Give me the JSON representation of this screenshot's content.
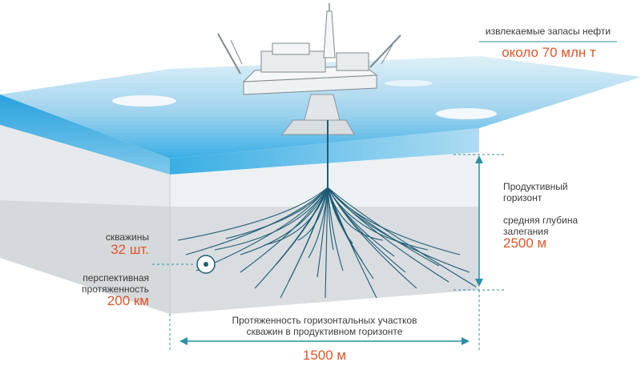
{
  "reserves": {
    "label": "извлекаемые запасы нефти",
    "value": "около 70 млн т"
  },
  "horizon": {
    "label_line1": "Продуктивный",
    "label_line2": "горизонт",
    "depth_label_line1": "средняя глубина",
    "depth_label_line2": "залегания",
    "depth_value": "2500 м"
  },
  "wells": {
    "label": "скважины",
    "value": "32 шт."
  },
  "extent": {
    "label_line1": "перспективная",
    "label_line2": "протяженность",
    "value": "200 км"
  },
  "horizontal": {
    "label_line1": "Протяженность горизонтальных участков",
    "label_line2": "скважин в продуктивном горизонте",
    "value": "1500 м"
  },
  "colors": {
    "accent": "#e0552a",
    "line": "#1f5c74",
    "water": "#3aaee4",
    "ice": "#d5ebf6",
    "block_face": "#e8ecee",
    "horizon_layer": "#d4d9dc",
    "arrow": "#2c8fa3"
  }
}
